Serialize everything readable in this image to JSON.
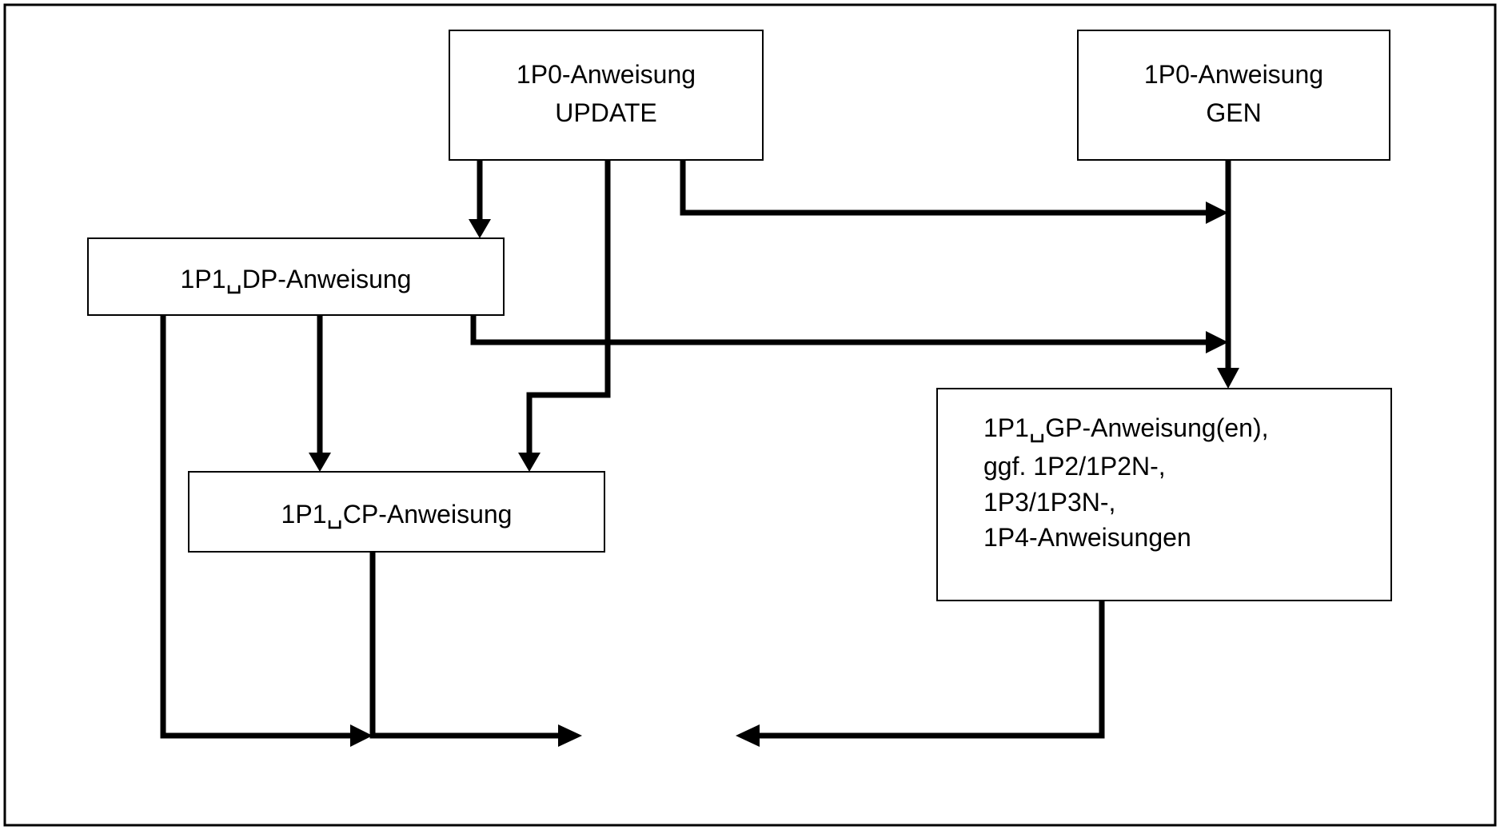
{
  "boxes": {
    "update": {
      "line1": "1P0-Anweisung",
      "line2": "UPDATE"
    },
    "gen": {
      "line1": "1P0-Anweisung",
      "line2": "GEN"
    },
    "dp": {
      "label": "1P1␣DP-Anweisung"
    },
    "cp": {
      "label": "1P1␣CP-Anweisung"
    },
    "gp": {
      "line1": "1P1␣GP-Anweisung(en),",
      "line2": "ggf. 1P2/1P2N-,",
      "line3": "1P3/1P3N-,",
      "line4": "1P4-Anweisungen"
    }
  }
}
